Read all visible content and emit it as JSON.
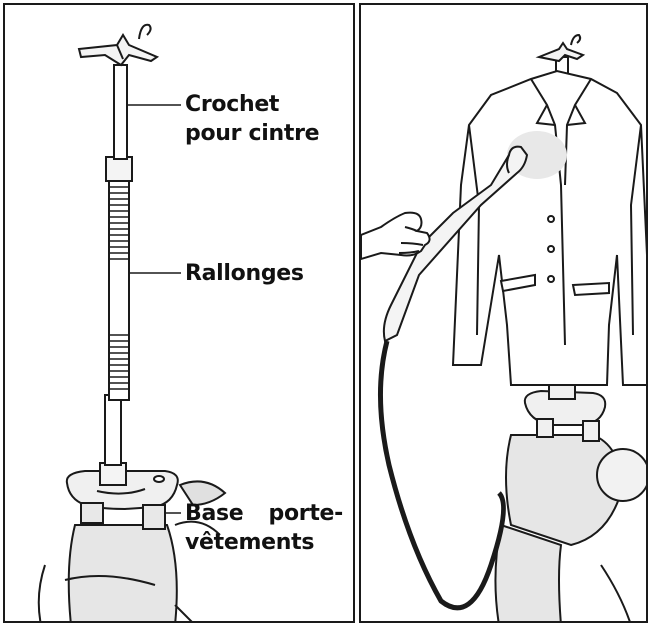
{
  "diagram": {
    "labels": {
      "hook": {
        "line1": "Crochet",
        "line2": "pour cintre"
      },
      "extensions": {
        "line1": "Rallonges"
      },
      "base": {
        "line1_a": "Base",
        "line1_b": "porte-",
        "line2": "vêtements"
      }
    }
  },
  "colors": {
    "ink": "#1a1a1a",
    "shade": "#d9d9d9",
    "background": "#ffffff"
  }
}
